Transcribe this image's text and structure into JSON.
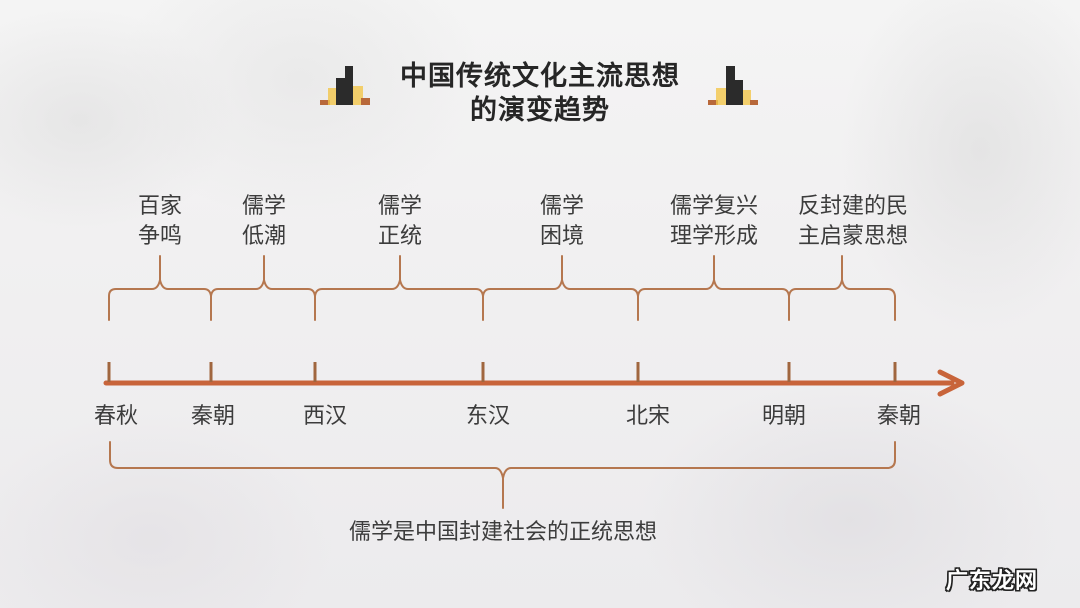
{
  "title": {
    "line1": "中国传统文化主流思想",
    "line2": "的演变趋势",
    "icon": "bar-chart-icon"
  },
  "colors": {
    "axis": "#c8643a",
    "brace": "#b5774f",
    "text": "#3c3c3c",
    "title": "#262626",
    "icon_dark": "#2b2b2b",
    "icon_yellow": "#f2c64a",
    "icon_brown": "#b8683a"
  },
  "stages": [
    {
      "line1": "百家",
      "line2": "争鸣"
    },
    {
      "line1": "儒学",
      "line2": "低潮"
    },
    {
      "line1": "儒学",
      "line2": "正统"
    },
    {
      "line1": "儒学",
      "line2": "困境"
    },
    {
      "line1": "儒学复兴",
      "line2": "理学形成"
    },
    {
      "line1": "反封建的民",
      "line2": "主启蒙思想"
    }
  ],
  "eras": [
    {
      "label": "春秋"
    },
    {
      "label": "秦朝"
    },
    {
      "label": "西汉"
    },
    {
      "label": "东汉"
    },
    {
      "label": "北宋"
    },
    {
      "label": "明朝"
    },
    {
      "label": "秦朝"
    }
  ],
  "conclusion": "儒学是中国封建社会的正统思想",
  "watermark": "广东龙网"
}
